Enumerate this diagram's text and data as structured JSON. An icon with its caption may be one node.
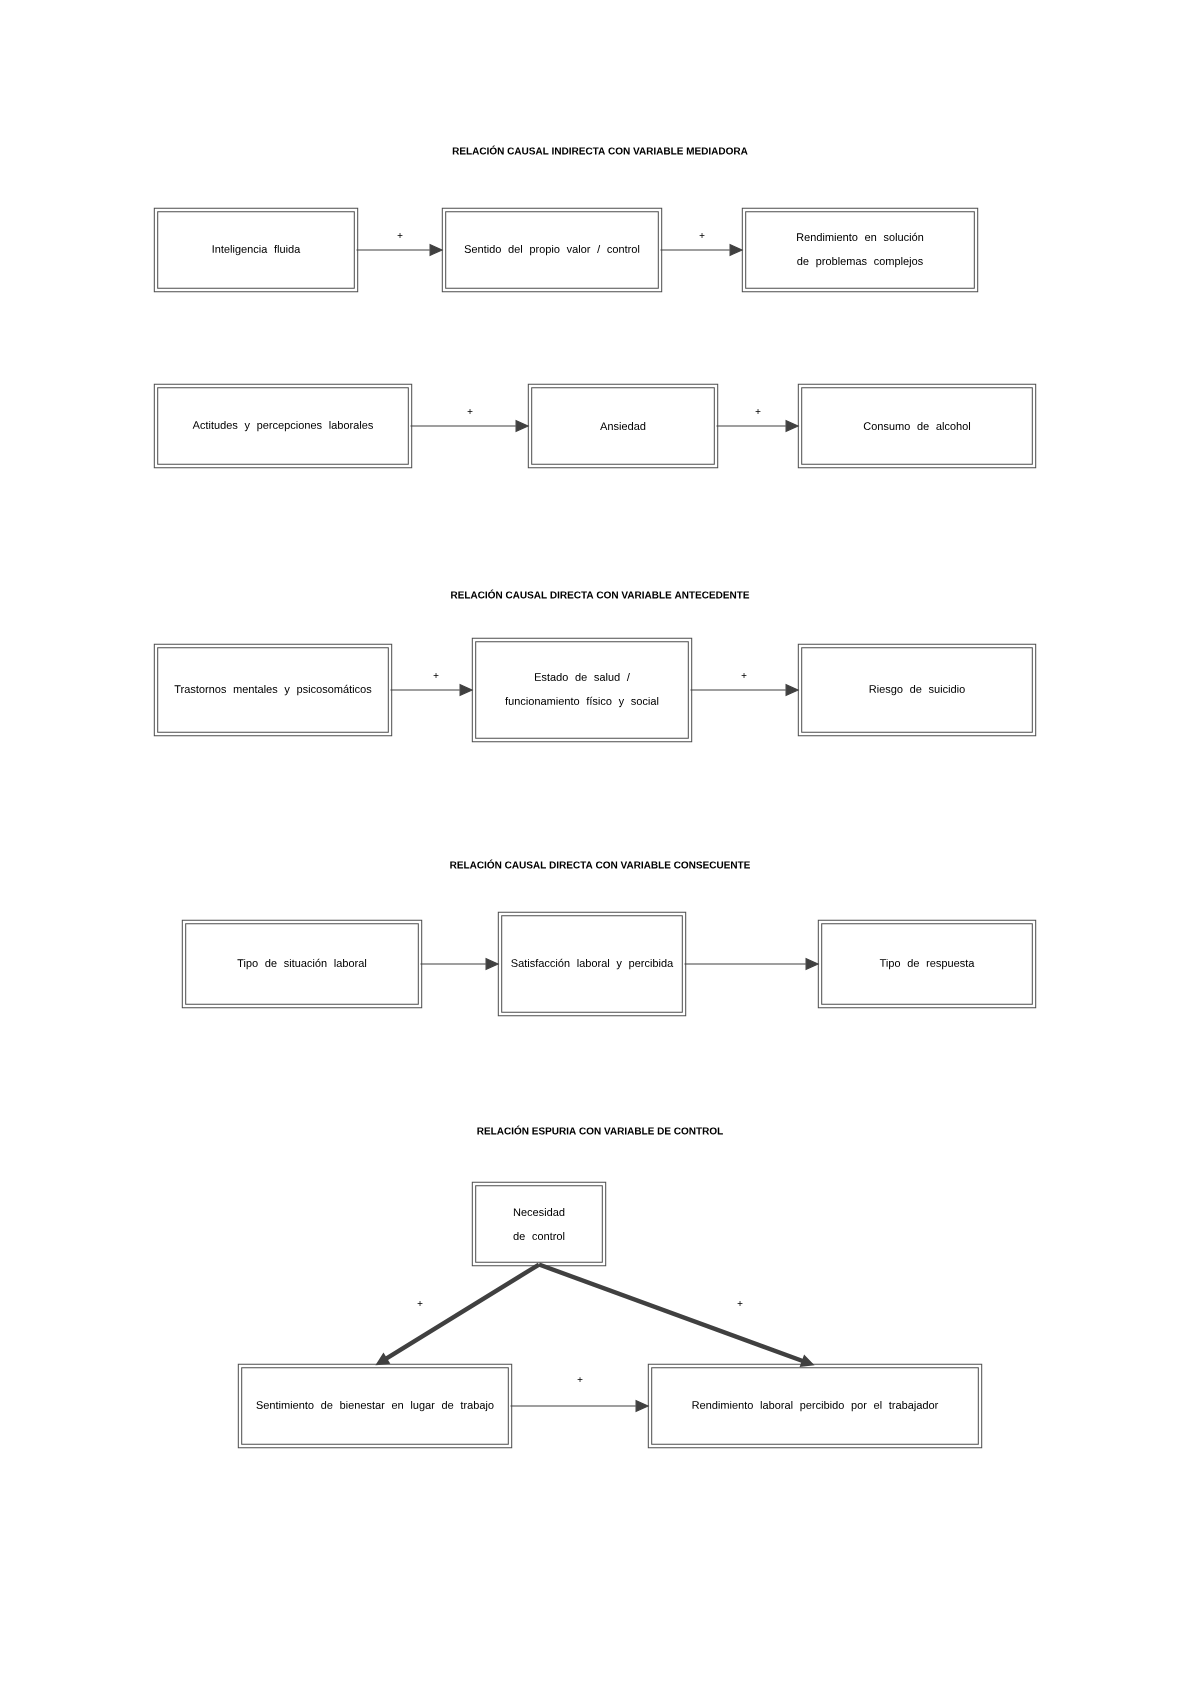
{
  "diagram": {
    "nodes": [
      {
        "text": [
          "Inteligencia fluida"
        ]
      },
      {
        "text": [
          "Sentido del propio valor / control"
        ]
      },
      {
        "text": [
          "Rendimiento en solución de problemas complejos"
        ]
      },
      {
        "text": [
          "Actitudes y percepciones laborales"
        ]
      },
      {
        "text": [
          "Ansiedad"
        ]
      },
      {
        "text": [
          "Consumo de alcohol"
        ]
      },
      {
        "text": [
          "Trastornos mentales y psicosomáticos"
        ]
      },
      {
        "text": [
          "Estado de salud / funcionamiento físico y social"
        ]
      },
      {
        "text": [
          "Riesgo de suicidio"
        ]
      },
      {
        "text": [
          "Tipo de situación laboral"
        ]
      },
      {
        "text": [
          "Satisfacción laboral y percibida"
        ]
      },
      {
        "text": [
          "Tipo de respuesta"
        ]
      },
      {
        "text": [
          "Necesidad de control"
        ]
      },
      {
        "text": [
          "Sentimiento de bienestar en lugar de trabajo"
        ]
      },
      {
        "text": [
          "Rendimiento laboral percibido por el trabajador"
        ]
      }
    ],
    "edges": [
      {
        "from": 0,
        "to": 1,
        "arrow": "to",
        "label": "+"
      },
      {
        "from": 1,
        "to": 2,
        "arrow": "to",
        "label": "+"
      },
      {
        "from": 3,
        "to": 4,
        "arrow": "to",
        "label": "+"
      },
      {
        "from": 4,
        "to": 5,
        "arrow": "to",
        "label": "+"
      },
      {
        "from": 6,
        "to": 7,
        "arrow": "to",
        "label": "+"
      },
      {
        "from": 7,
        "to": 8,
        "arrow": "to",
        "label": "+"
      },
      {
        "from": 9,
        "to": 10,
        "arrow": "to"
      },
      {
        "from": 10,
        "to": 11,
        "arrow": "to"
      },
      {
        "from": 12,
        "to": 13,
        "arrow": "to",
        "label": "+",
        "style": "thick"
      },
      {
        "from": 12,
        "to": 14,
        "arrow": "to",
        "label": "+",
        "style": "thick"
      },
      {
        "from": 13,
        "to": 14,
        "arrow": "to",
        "label": "+"
      }
    ],
    "labels": [
      "RELACIÓN CAUSAL INDIRECTA CON VARIABLE MEDIADORA",
      "RELACIÓN CAUSAL DIRECTA CON VARIABLE ANTECEDENTE",
      "RELACIÓN CAUSAL DIRECTA CON VARIABLE CONSECUENTE",
      "RELACIÓN ESPURIA CON VARIABLE DE CONTROL"
    ]
  }
}
